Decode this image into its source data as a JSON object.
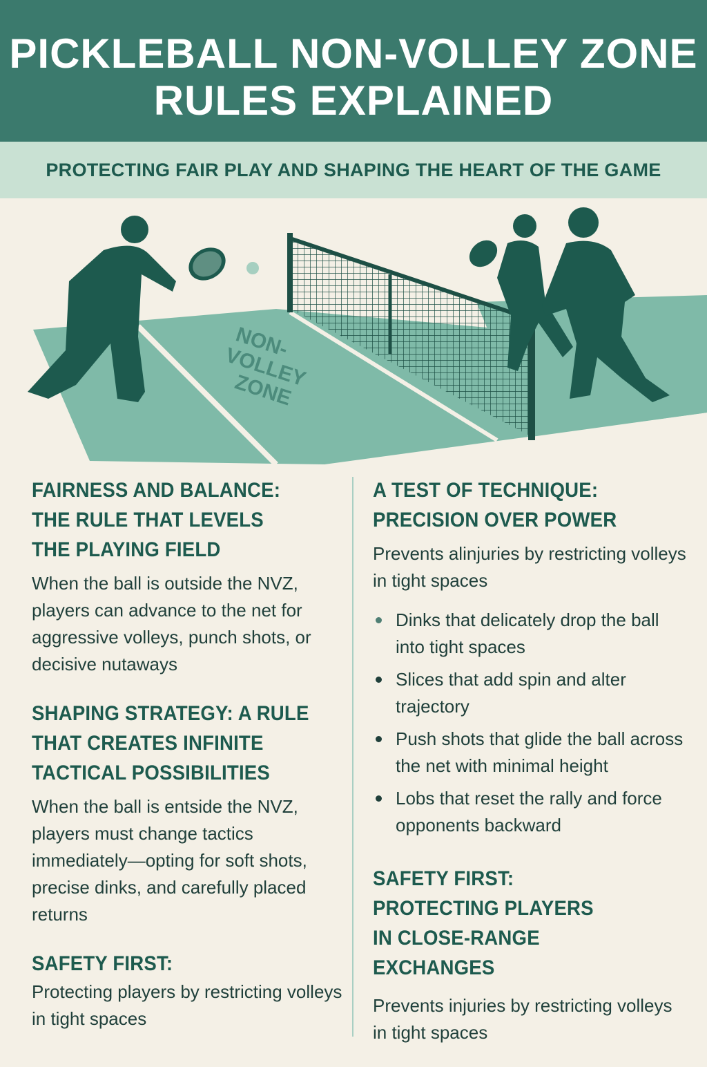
{
  "header": {
    "title_line1": "PICKLEBALL NON-VOLLEY ZONE",
    "title_line2": "RULES EXPLAINED"
  },
  "subtitle": "PROTECTING FAIR PLAY AND SHAPING THE HEART OF THE GAME",
  "illustration": {
    "court_label": [
      "NON-",
      "VOLLEY",
      "ZONE"
    ]
  },
  "colors": {
    "header": "#3b7a6d",
    "band": "#c9e1d3",
    "background": "#f4f0e6",
    "court": "#7fbaa8",
    "accent_dark": "#1d5a4e"
  },
  "left_column": [
    {
      "heading": [
        "FAIRNESS AND BALANCE:",
        "THE RULE THAT LEVELS",
        "THE PLAYING FIELD"
      ],
      "body": "When the ball is outside the NVZ, players can advance to the net for aggressive volleys, punch shots, or decisive nutaways"
    },
    {
      "heading": [
        "SHAPING STRATEGY: A RULE",
        "THAT CREATES INFINITE",
        "TACTICAL POSSIBILITIES"
      ],
      "body": "When the ball is entside the NVZ, players must change tactics immediately—opting for soft shots, precise dinks, and carefully placed returns"
    },
    {
      "heading": [
        "SAFETY FIRST:"
      ],
      "body": "Protecting players by restricting volleys in tight spaces"
    }
  ],
  "right_column": {
    "technique": {
      "heading": [
        "A TEST OF TECHNIQUE:",
        "PRECISION OVER POWER"
      ],
      "body": "Prevents alinjuries by restricting volleys in tight spaces",
      "bullets": [
        "Dinks that delicately drop the ball into tight spaces",
        "Slices that add spin and alter trajectory",
        "Push shots that glide the ball across the net with minimal height",
        "Lobs that reset the rally and force opponents backward"
      ]
    },
    "safety": {
      "heading": [
        "SAFETY FIRST:",
        "PROTECTING PLAYERS",
        "IN CLOSE-RANGE EXCHANGES"
      ],
      "body": "Prevents injuries by restricting volleys in tight spaces"
    }
  }
}
